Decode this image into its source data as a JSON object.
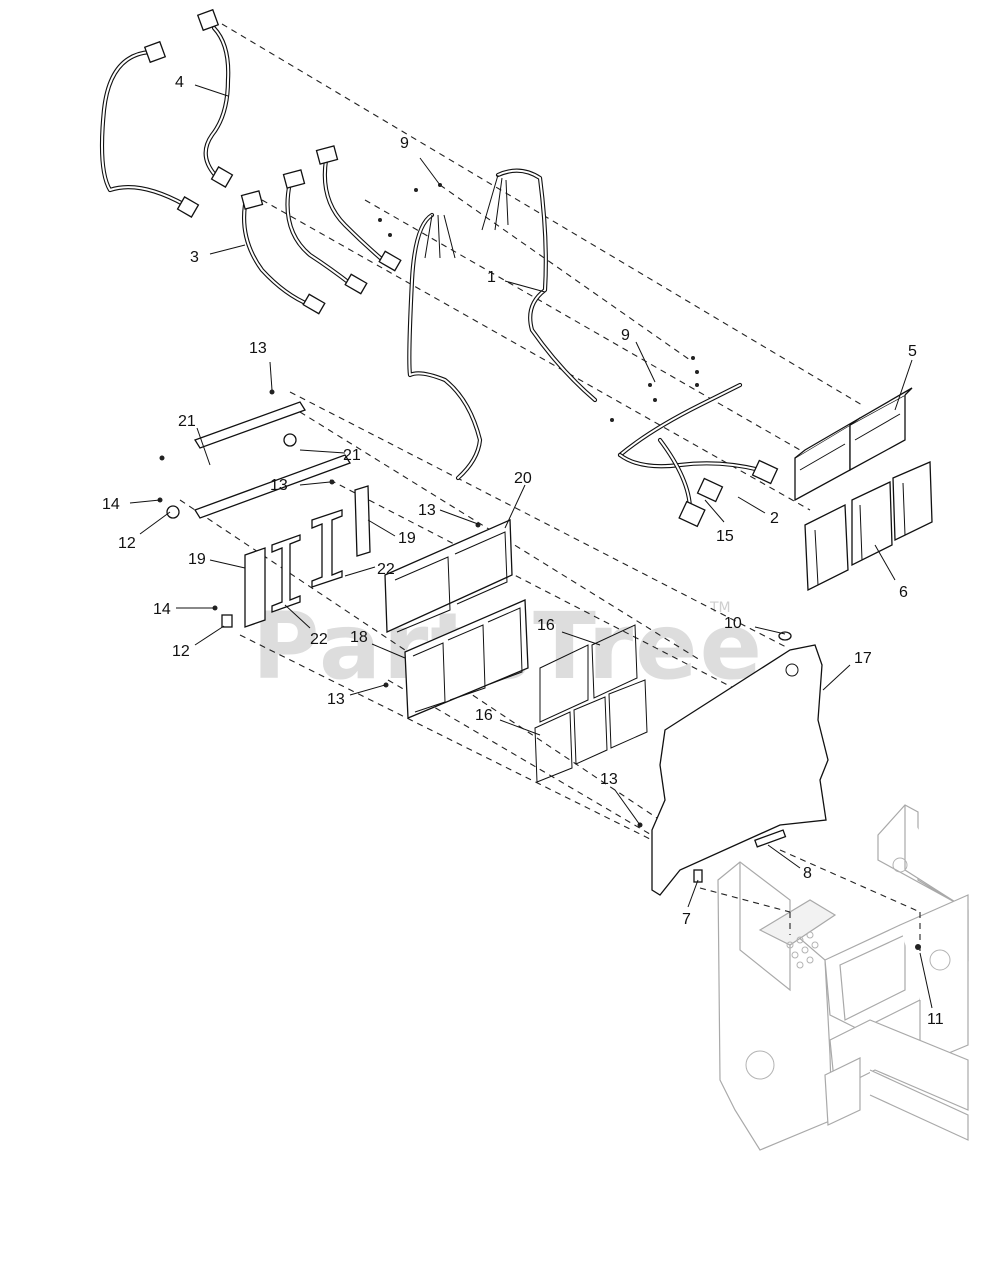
{
  "watermark": {
    "text": "PartsTree",
    "tm": "TM"
  },
  "callouts": [
    {
      "id": "1",
      "label": "1"
    },
    {
      "id": "2",
      "label": "2"
    },
    {
      "id": "3",
      "label": "3"
    },
    {
      "id": "4",
      "label": "4"
    },
    {
      "id": "5",
      "label": "5"
    },
    {
      "id": "6",
      "label": "6"
    },
    {
      "id": "7",
      "label": "7"
    },
    {
      "id": "8",
      "label": "8"
    },
    {
      "id": "9a",
      "label": "9"
    },
    {
      "id": "9b",
      "label": "9"
    },
    {
      "id": "10",
      "label": "10"
    },
    {
      "id": "11",
      "label": "11"
    },
    {
      "id": "12a",
      "label": "12"
    },
    {
      "id": "12b",
      "label": "12"
    },
    {
      "id": "13a",
      "label": "13"
    },
    {
      "id": "13b",
      "label": "13"
    },
    {
      "id": "13c",
      "label": "13"
    },
    {
      "id": "13d",
      "label": "13"
    },
    {
      "id": "13e",
      "label": "13"
    },
    {
      "id": "14a",
      "label": "14"
    },
    {
      "id": "14b",
      "label": "14"
    },
    {
      "id": "15",
      "label": "15"
    },
    {
      "id": "16a",
      "label": "16"
    },
    {
      "id": "16b",
      "label": "16"
    },
    {
      "id": "17",
      "label": "17"
    },
    {
      "id": "18",
      "label": "18"
    },
    {
      "id": "19a",
      "label": "19"
    },
    {
      "id": "19b",
      "label": "19"
    },
    {
      "id": "20",
      "label": "20"
    },
    {
      "id": "21a",
      "label": "21"
    },
    {
      "id": "21b",
      "label": "21"
    },
    {
      "id": "22a",
      "label": "22"
    },
    {
      "id": "22b",
      "label": "22"
    }
  ]
}
